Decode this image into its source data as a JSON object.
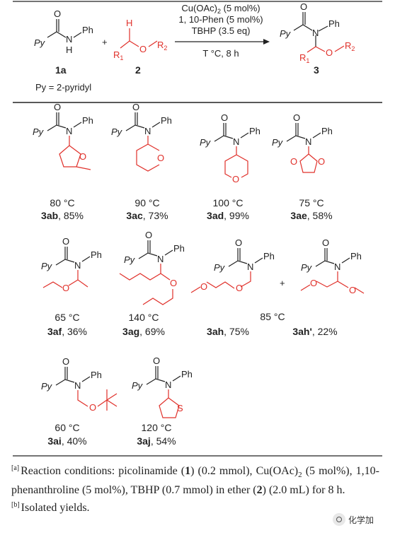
{
  "scheme": {
    "reactant1": {
      "id": "1a",
      "py": "Py",
      "nh": "N",
      "h": "H",
      "ph": "Ph",
      "o": "O"
    },
    "reactant2": {
      "id": "2",
      "h": "H",
      "r1": "R",
      "r1sub": "1",
      "o": "O",
      "r2": "R",
      "r2sub": "2"
    },
    "plus": "+",
    "conditions": {
      "line1a": "Cu(OAc)",
      "line1sub": "2",
      "line1b": " (5 mol%)",
      "line2": "1, 10-Phen (5 mol%)",
      "line3": "TBHP (3.5 eq)",
      "line4": "T °C, 8 h"
    },
    "product": {
      "id": "3",
      "py": "Py",
      "n": "N",
      "ph": "Ph",
      "o": "O",
      "r1": "R",
      "r1sub": "1",
      "r2": "R",
      "r2sub": "2"
    },
    "py_definition": "Py = 2-pyridyl"
  },
  "entries": [
    {
      "temp": "80 °C",
      "id": "3ab",
      "yield": ", 85%"
    },
    {
      "temp": "90 °C",
      "id": "3ac",
      "yield": ", 73%"
    },
    {
      "temp": "100 °C",
      "id": "3ad",
      "yield": ", 99%"
    },
    {
      "temp": "75 °C",
      "id": "3ae",
      "yield": ", 58%"
    },
    {
      "temp": "65 °C",
      "id": "3af",
      "yield": ", 36%"
    },
    {
      "temp": "140 °C",
      "id": "3ag",
      "yield": ", 69%"
    },
    {
      "temp": "",
      "id": "3ah",
      "yield": ", 75%"
    },
    {
      "temp": "85 °C",
      "id": "3ah'",
      "yield": ", 22%"
    },
    {
      "temp": "60 °C",
      "id": "3ai",
      "yield": ", 40%"
    },
    {
      "temp": "120 °C",
      "id": "3aj",
      "yield": ", 54%"
    }
  ],
  "atoms": {
    "py": "Py",
    "n": "N",
    "ph": "Ph",
    "o": "O",
    "s": "S",
    "plus": "+"
  },
  "footnotes": {
    "a": {
      "mark": "[a]",
      "p1": "Reaction conditions: picolinamide (",
      "b1": "1",
      "p2": ") (0.2 mmol), Cu(OAc)",
      "sub": "2",
      "p3": " (5 mol%), 1,10-phenanthroline (5 mol%), TBHP (0.7 mmol) in ether (",
      "b2": "2",
      "p4": ") (2.0 mL) for 8 h."
    },
    "b": {
      "mark": "[b]",
      "text": "Isolated yields."
    }
  },
  "watermark": "化学加",
  "colors": {
    "red": "#e0302a",
    "ink": "#222222"
  }
}
